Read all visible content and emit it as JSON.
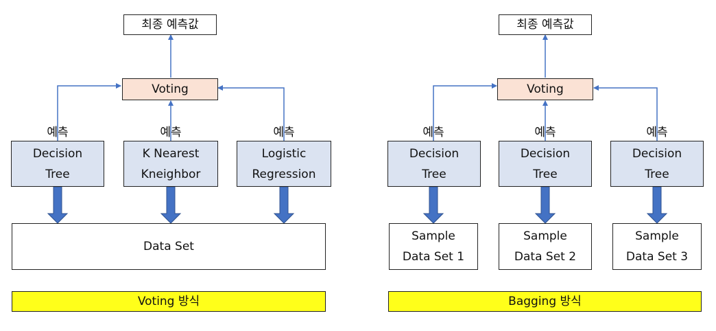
{
  "final_prediction": "최종 예측값",
  "voting": "Voting",
  "predict": "예측",
  "voting_panel": {
    "models": [
      {
        "line1": "Decision",
        "line2": "Tree"
      },
      {
        "line1": "K Nearest",
        "line2": "Kneighbor"
      },
      {
        "line1": "Logistic",
        "line2": "Regression"
      }
    ],
    "dataset": "Data Set",
    "caption": "Voting 방식"
  },
  "bagging_panel": {
    "models": [
      {
        "line1": "Decision",
        "line2": "Tree"
      },
      {
        "line1": "Decision",
        "line2": "Tree"
      },
      {
        "line1": "Decision",
        "line2": "Tree"
      }
    ],
    "datasets": [
      {
        "line1": "Sample",
        "line2": "Data Set 1"
      },
      {
        "line1": "Sample",
        "line2": "Data Set 2"
      },
      {
        "line1": "Sample",
        "line2": "Data Set 3"
      }
    ],
    "caption": "Bagging 방식"
  },
  "colors": {
    "model_fill": "#dbe3f1",
    "voting_fill": "#fbe2d5",
    "caption_fill": "#ffff1a",
    "connector": "#4472c4"
  }
}
